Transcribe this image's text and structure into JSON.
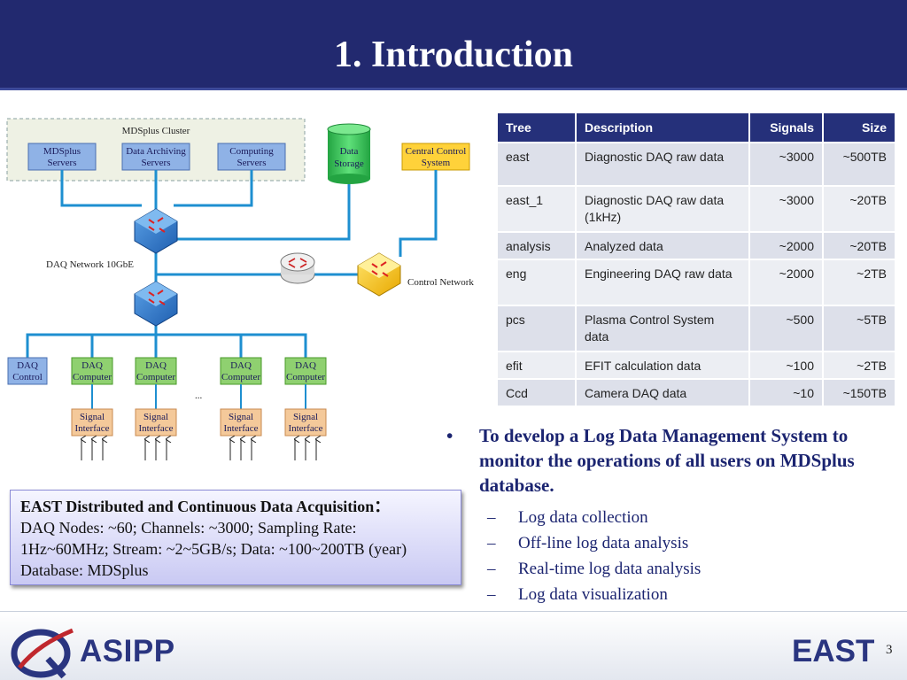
{
  "slide": {
    "title": "1. Introduction",
    "page_number": "3"
  },
  "diagram": {
    "cluster_label": "MDSplus Cluster",
    "cluster_boxes": [
      {
        "line1": "MDSplus",
        "line2": "Servers"
      },
      {
        "line1": "Data Archiving",
        "line2": "Servers"
      },
      {
        "line1": "Computing",
        "line2": "Servers"
      }
    ],
    "storage": {
      "line1": "Data",
      "line2": "Storage"
    },
    "central_control": {
      "line1": "Central Control",
      "line2": "System"
    },
    "daq_network_label": "DAQ Network 10GbE",
    "control_network_label": "Control Network",
    "daq_control": {
      "line1": "DAQ",
      "line2": "Control"
    },
    "daq_computers": [
      {
        "line1": "DAQ",
        "line2": "Computer"
      },
      {
        "line1": "DAQ",
        "line2": "Computer"
      },
      {
        "line1": "DAQ",
        "line2": "Computer"
      },
      {
        "line1": "DAQ",
        "line2": "Computer"
      }
    ],
    "ellipsis": "...",
    "signal_interfaces": [
      {
        "line1": "Signal",
        "line2": "Interface"
      },
      {
        "line1": "Signal",
        "line2": "Interface"
      },
      {
        "line1": "Signal",
        "line2": "Interface"
      },
      {
        "line1": "Signal",
        "line2": "Interface"
      }
    ]
  },
  "table": {
    "headers": {
      "tree": "Tree",
      "description": "Description",
      "signals": "Signals",
      "size": "Size"
    },
    "rows": [
      {
        "tree": "east",
        "description": "Diagnostic DAQ raw data",
        "signals": "~3000",
        "size": "~500TB"
      },
      {
        "tree": "east_1",
        "description": "Diagnostic DAQ raw data (1kHz)",
        "signals": "~3000",
        "size": "~20TB"
      },
      {
        "tree": "analysis",
        "description": "Analyzed data",
        "signals": "~2000",
        "size": "~20TB"
      },
      {
        "tree": "eng",
        "description": "Engineering DAQ raw data",
        "signals": "~2000",
        "size": "~2TB"
      },
      {
        "tree": "pcs",
        "description": "Plasma Control System data",
        "signals": "~500",
        "size": "~5TB"
      },
      {
        "tree": "efit",
        "description": "EFIT calculation data",
        "signals": "~100",
        "size": "~2TB"
      },
      {
        "tree": "Ccd",
        "description": "Camera DAQ data",
        "signals": "~10",
        "size": "~150TB"
      }
    ]
  },
  "bullets": {
    "marker": "•",
    "main": "To develop a Log Data Management System to monitor the operations of all users on MDSplus database.",
    "sub_marker": "–",
    "sub": [
      "Log data collection",
      "Off-line log data analysis",
      "Real-time log data analysis",
      "Log data visualization"
    ]
  },
  "east_box": {
    "title": "EAST Distributed and Continuous Data Acquisition：",
    "line1": "DAQ Nodes: ~60; Channels: ~3000; Sampling Rate:",
    "line2": "1Hz~60MHz; Stream: ~2~5GB/s; Data: ~100~200TB (year)",
    "line3": "Database: MDSplus"
  },
  "footer": {
    "left_brand": "ASIPP",
    "right_brand": "EAST"
  },
  "colors": {
    "header_bg": "#22296f",
    "table_header": "#25307a",
    "bullet_text": "#1b2470",
    "diagram_line": "#1e8fd0",
    "cluster_box": "#8fb2e6",
    "daq_box": "#8fd070",
    "signal_box": "#f4c99a",
    "control_box": "#ffd23a",
    "storage": "#2fbf4f"
  }
}
